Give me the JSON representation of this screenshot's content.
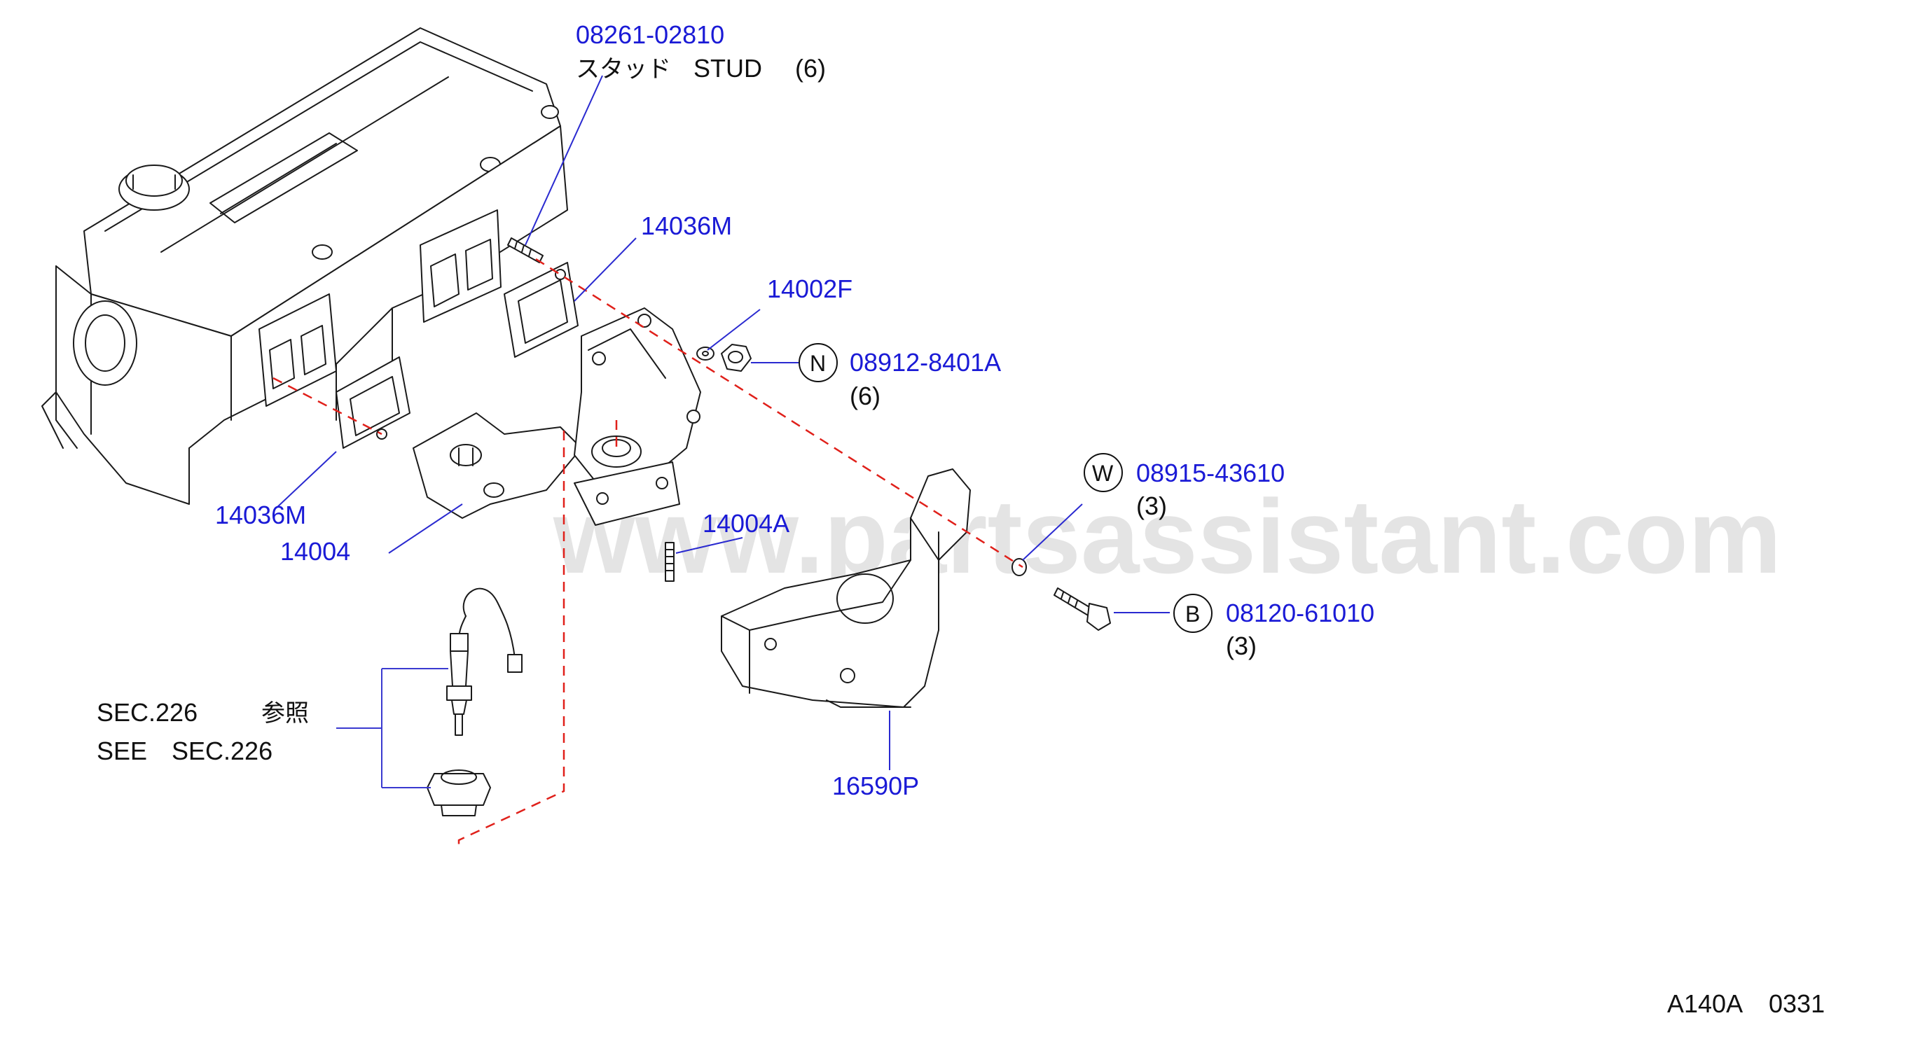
{
  "watermark": "www.partsassistant.com",
  "callouts": {
    "stud_part": "08261-02810",
    "stud_jp": "スタッド",
    "stud_en": "STUD",
    "stud_qty": "(6)",
    "gasket_upper": "14036M",
    "washer": "14002F",
    "nut_badge": "N",
    "nut_part": "08912-8401A",
    "nut_qty": "(6)",
    "gasket_lower": "14036M",
    "manifold": "14004",
    "manifold_stud": "14004A",
    "washer2_badge": "W",
    "washer2_part": "08915-43610",
    "washer2_qty": "(3)",
    "bolt_badge": "B",
    "bolt_part": "08120-61010",
    "bolt_qty": "(3)",
    "cover": "16590P",
    "see_sec_line1": "SEC.226",
    "see_sec_jp": "参照",
    "see_sec_line2_a": "SEE",
    "see_sec_line2_b": "SEC.226"
  },
  "footer": {
    "diagram_code": "A140A",
    "page_code": "0331"
  },
  "colors": {
    "part_number": "#1a1ad6",
    "text": "#111111",
    "reference_dash": "#e0201a",
    "watermark": "#cfcfcf"
  }
}
